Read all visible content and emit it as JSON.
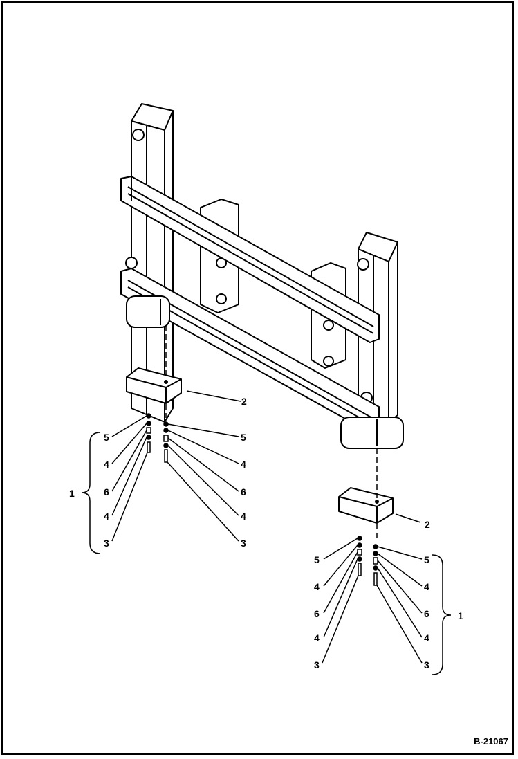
{
  "figure_id": "B-21067",
  "callouts": {
    "left_assembly": "1",
    "right_assembly": "1",
    "left_weight": "2",
    "right_weight": "2",
    "bolt": "3",
    "lock_washer": "4",
    "washer": "5",
    "spacer": "6"
  }
}
